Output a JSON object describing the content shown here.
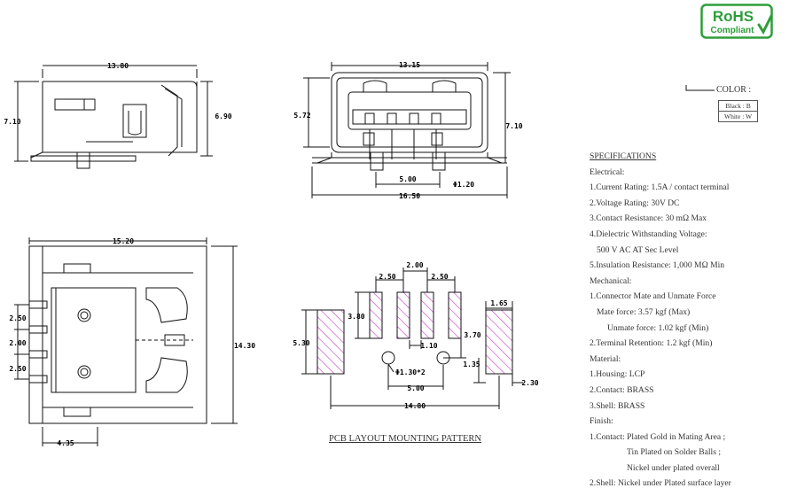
{
  "logo": {
    "line1": "RoHS",
    "line2": "Compliant",
    "color": "#2e9d3a"
  },
  "color_options": {
    "label": "COLOR :",
    "rows": [
      "Black : B",
      "White : W"
    ]
  },
  "dimensions": {
    "side_width": "13.80",
    "side_height_left": "7.10",
    "side_height_right": "6.90",
    "front_width": "13.15",
    "front_height_left": "5.72",
    "front_height_right": "7.10",
    "front_pitch": "5.00",
    "front_pin_dia": "Φ1.20",
    "front_total": "16.50",
    "top_width": "15.20",
    "top_pitch_a": "2.50",
    "top_pitch_b": "2.00",
    "top_pitch_c": "2.50",
    "top_length": "14.30",
    "top_offset": "4.35",
    "pcb_center_gap": "2.00",
    "pcb_pitch_left": "2.50",
    "pcb_pitch_right": "2.50",
    "pcb_pad_len": "3.80",
    "pcb_shell_h": "5.30",
    "pcb_right_w": "1.65",
    "pcb_pad_w": "1.10",
    "pcb_hole_y": "3.70",
    "pcb_hole_dia": "Φ1.30*2",
    "pcb_offset": "1.35",
    "pcb_hole_pitch": "5.00",
    "pcb_shell_w": "2.30",
    "pcb_total": "14.80"
  },
  "pcb_title": "PCB LAYOUT MOUNTING PATTERN",
  "specifications": {
    "title": "SPECIFICATIONS",
    "electrical_heading": "Electrical:",
    "electrical": [
      "1.Current Rating: 1.5A / contact terminal",
      "2.Voltage Rating: 30V DC",
      "3.Contact Resistance: 30 mΩ Max",
      "4.Dielectric Withstanding Voltage:",
      "500 V AC AT Sec Level",
      "5.Insulation Resistance: 1,000 MΩ Min"
    ],
    "mechanical_heading": "Mechanical:",
    "mechanical": [
      "1.Connector Mate and Unmate Force",
      "Mate force: 3.57 kgf (Max)",
      "Unmate force: 1.02 kgf (Min)",
      "2.Terminal Retention: 1.2 kgf (Min)"
    ],
    "material_heading": "Material:",
    "material": [
      "1.Housing: LCP",
      "2.Contact: BRASS",
      "3.Shell: BRASS"
    ],
    "finish_heading": "Finish:",
    "finish": [
      "1.Contact: Plated Gold in Mating Area ;",
      "Tin Plated on Solder Balls ;",
      "Nickel under plated overall",
      "2.Shell: Nickel under Plated surface layer"
    ]
  }
}
